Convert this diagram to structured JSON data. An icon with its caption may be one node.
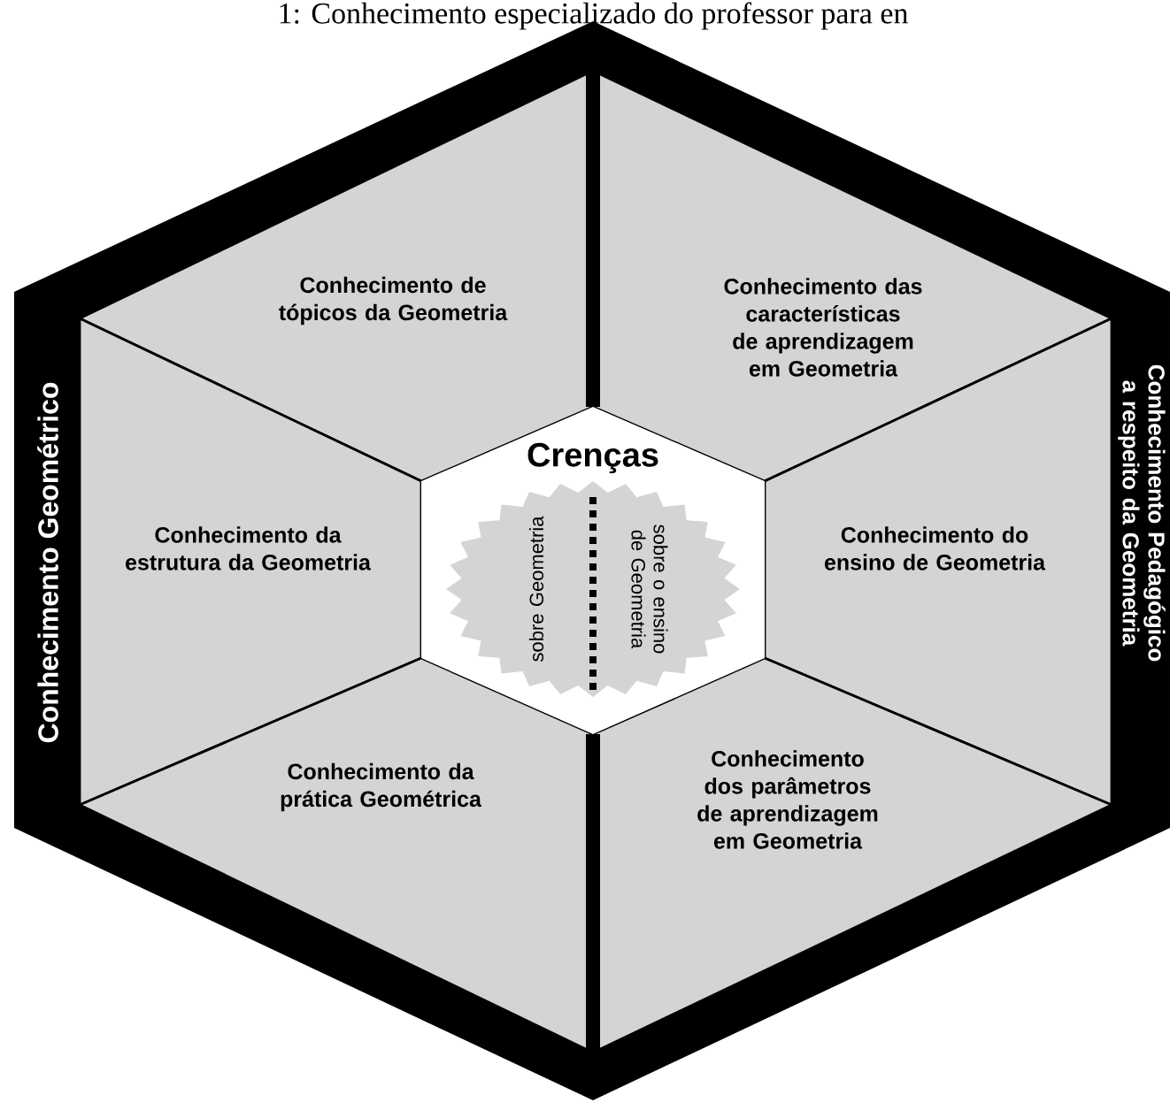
{
  "diagram": {
    "title": "1: Conhecimento especializado do professor para en",
    "nodes": [
      {
        "text": [
          "Conhecimento Geométrico"
        ]
      },
      {
        "text": [
          "Conhecimento Pedagógico a respeito da Geometria"
        ]
      },
      {
        "text": [
          "Conhecimento de tópicos da Geometria"
        ],
        "in": 0
      },
      {
        "text": [
          "Conhecimento da estrutura da Geometria"
        ],
        "in": 0
      },
      {
        "text": [
          "Conhecimento da prática Geométrica"
        ],
        "in": 0
      },
      {
        "text": [
          "Conhecimento das características de aprendizagem em Geometria"
        ],
        "in": 1
      },
      {
        "text": [
          "Conhecimento do ensino de Geometria"
        ],
        "in": 1
      },
      {
        "text": [
          "Conhecimento dos parâmetros de aprendizagem em Geometria"
        ],
        "in": 1
      },
      {
        "text": [
          "Crenças"
        ]
      },
      {
        "text": [
          "sobre Geometria",
          "sobre o ensino de Geometria"
        ],
        "in": 8
      }
    ]
  }
}
